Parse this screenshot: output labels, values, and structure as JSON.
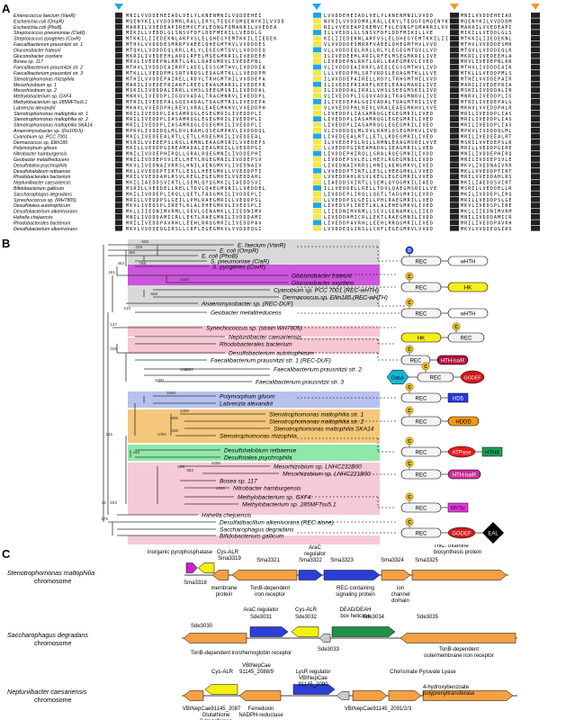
{
  "panels": {
    "a": "A",
    "b": "B",
    "c": "C"
  },
  "alignment": {
    "species": [
      "Enterococcus faecium (VanR)",
      "Escherichia coli (OmpR)",
      "Escherichia coli (PhoB)",
      "Streptococcus pneumoniae (CiaR)",
      "Streptococcus pyogenes (CovR)",
      "Faecalibacterium prausnitzii str. 1",
      "Gluconobacter frateurii",
      "Gluconobacter oxydans",
      "Bosea sp. 117",
      "Faecalibacterium prausnitzii str. 2",
      "Faecalibacterium prausnitzii str. 3",
      "Stenotrophomonas rhizophila",
      "Mesorhizobium sp. 1",
      "Mesorhizobium sp. 2",
      "Methylobacterium sp. GXF4",
      "Methylobacterium sp. 285MFTsu5.1",
      "Labrenzia alexandrii",
      "Stenotrophomonas maltophilia str. 1",
      "Stenotrophomonas maltophilia str. 2",
      "Stenotrophomonas maltophilia SKA14",
      "Anaeromyxobacter sp. (Fw109-5)",
      "Cyanobium sp. PCC 7001",
      "Dermacoccus sp. Ellin185",
      "Polymorphum gilvum",
      "Nitrobacter hamburgensis",
      "Geobacter metallireducens",
      "Desulfotalea psychrophila",
      "Desulfohalobium retbaense",
      "Rhodobacterales bacterium",
      "Neptuniibacter caesariensis",
      "Bifidobacterium gallicum",
      "Saccharophagus degradans",
      "Synechococcus sp. (WH7805)",
      "Desulfotalea autotrophicum",
      "Desulfobacterium alkenivorans",
      "Hahella chejuensis",
      "Rhodobacterales bacterium",
      "Desulfobacterium alkenivorans"
    ],
    "sequences": [
      "MNILVVDDEHEIADLVELYLKNEN",
      "MQENYKILVVDDDMRLRALLERYLTEQGFQ",
      "MARRILVVEDEAPIREMVCFVLEQNGFQ",
      "MIKILLVEDDLGLSNSVFDFLDDF",
      "MTKKILIIEDEKNLARFVSLELQHEGYE",
      "MTHVLVVDDDESMRRFVAEELQHEG",
      "MTQVLLVDDDEQLRRLLRLYLEGEG",
      "MKRILIVEDEEHLADILRFELMSEG",
      "MRVLIVEDEPNLRRTLGRLLRAEG",
      "MTHVLIVDDDEAIRRFLAEELEGSG",
      "MTKLLLVEDDPMLSRTVRDSLEQAG",
      "MTHILVVDDEPAIRELLRDYLTRHG",
      "MARILIVEDEPRIARFLREELEAAG",
      "MSKILIVDDDALIRRLLVHSLSEEG",
      "MNRVLIVEDDPLIGQVVADALTRAG",
      "MTRILIVEDEPALGQIVADALTQAG",
      "MKHVLVVEDDPHLREVLVRALEAEG",
      "MRILIVEDDPLIASAMRQGLEGEG",
      "MRILIVEDDPLIASAMRQGLEGEG",
      "MRILIVEDDPLIASAMRQGLEGEG",
      "MPKVLIVDDDQLMLDVLRAHLQSEG",
      "MRILIVEDEEALRTLLETLLRDEG",
      "MSRILVVEDEPSLRSLLRMNLEAAG",
      "MRILLVEDDPGIREAMADALIEAG",
      "MNILIVDDEPHIRQLLGRALRQEG",
      "MNILIVDDEPSVLELLHEYLRGEG",
      "MKVLIVEDNAIVRRSLHNILAENG",
      "MKLLVVEDDPTIRTLLESLLHEEG",
      "MRILVVEDDAHLRSVLKEGLEGEG",
      "MKILIAEDDSVIRTLLSEMLQYQG",
      "MSRILLVEDDELLRELLTDVLQAEG",
      "MKILIVDDEPLIRQLLQETLTADG",
      "MRILLVEDDPSLGEILLPHLRAEG",
      "MKVLIVEDSPLIRETLKLALEHEG",
      "MKLLIIEDNIMVRMLLSEVLGENA",
      "MNILIVDDDAMICRLLEKTLRAEG",
      "MRILIVEDDPAVRHLLEEHLRRQG",
      "MKVLVVDDEQGIRSLLCRFLEGEG"
    ],
    "markers": [
      {
        "label": "D",
        "color": "#1aa7e8"
      },
      {
        "label": "D",
        "color": "#1aa7e8"
      },
      {
        "label": "",
        "color": "#f29a2e"
      },
      {
        "label": "",
        "color": "#f29a2e"
      }
    ]
  },
  "tree": {
    "bootstraps": [
      "659",
      "429",
      "465",
      "788",
      "463",
      "181",
      "1000",
      "568",
      "210",
      "137",
      "328",
      "1000",
      "1000",
      "1000",
      "695",
      "335",
      "1000",
      "115",
      "445",
      "1000",
      "608",
      "952",
      "1000",
      "503",
      "276",
      "1000",
      "1000",
      "32"
    ],
    "leaves": [
      {
        "name": "E. faecium (VanR)",
        "italic": true
      },
      {
        "name": "E. coli (OmpR)",
        "italic": true
      },
      {
        "name": "E. coli (PhoB)",
        "italic": true
      },
      {
        "name": "S. pneumoniae (CiaR)",
        "italic": true
      },
      {
        "name": "S. pyogenes (CovR)",
        "italic": true
      },
      {
        "name": "Gluconobacter frateurii",
        "italic": true
      },
      {
        "name": "Gluconobacter oxydans",
        "italic": true
      },
      {
        "name": "Cyanobium sp. PCC 7001 (REC-wHTH)",
        "italic": true
      },
      {
        "name": "Dermacoccus sp. Ellin185 (REC-wHTH)",
        "italic": true
      },
      {
        "name": "Anaeromyxobacter sp. (REC-DUF)",
        "italic": true
      },
      {
        "name": "Geobacter metallireducens",
        "italic": true
      },
      {
        "name": "Synechococcus sp. (strain WH7805)",
        "italic": true
      },
      {
        "name": "Neptuniibacter caesariensis",
        "italic": true
      },
      {
        "name": "Rhodobacterales bacterium",
        "italic": true
      },
      {
        "name": "Desulfobacterium autotrophicum",
        "italic": true
      },
      {
        "name": "Faecalibacterium prausnitzii str. 1 (REC-DUF)",
        "italic": true
      },
      {
        "name": "Faecalibacterium prausnitzii str. 2",
        "italic": true
      },
      {
        "name": "Faecalibacterium prausnitzii str. 3",
        "italic": true
      },
      {
        "name": "Polymorphum gilvum",
        "italic": true
      },
      {
        "name": "Labrenzia alexandrii",
        "italic": true
      },
      {
        "name": "Stenotrophomonas maltophilia str. 1",
        "italic": true
      },
      {
        "name": "Stenotrophomonas maltophilia str. 2",
        "italic": true
      },
      {
        "name": "Stenotrophomonas maltophilia SKA14",
        "italic": true
      },
      {
        "name": "Stenotrophomonas rhizophila",
        "italic": true
      },
      {
        "name": "Desulfohalobium retbaense",
        "italic": true
      },
      {
        "name": "Desulfotalea psychrophila",
        "italic": true
      },
      {
        "name": "Mesorhizobium sp. LNHC232B00",
        "italic": true
      },
      {
        "name": "Mesorhizobium sp. LNHC221B00",
        "italic": true
      },
      {
        "name": "Bosea sp. 117",
        "italic": true
      },
      {
        "name": "Nitrobacter hamburgensis",
        "italic": true
      },
      {
        "name": "Methylobacterium sp. GXF4",
        "italic": true
      },
      {
        "name": "Methylobacterium sp. 285MFTsu5.1",
        "italic": true
      },
      {
        "name": "Hahella chejuensis",
        "italic": true
      },
      {
        "name": "Desulfatibacillum alkenivorans (REC alone)",
        "italic": true
      },
      {
        "name": "Saccharophagus degradans",
        "italic": true
      },
      {
        "name": "Bifidobacterium gallicum",
        "italic": true
      }
    ],
    "clade_colors": {
      "grey": "#d9d9d9",
      "magenta": "#cc55dd",
      "pink": "#f7c6d3",
      "blue": "#b7c1ee",
      "orange": "#f5c77a",
      "green": "#8fe8a8",
      "pink2": "#f6c9d8"
    }
  },
  "domains": {
    "rec": "REC",
    "d_marker": "D",
    "c_marker": "C",
    "whth": "wHTH",
    "hk": "HK",
    "hth_luxr": "HTH-luxR",
    "daba": "DabA",
    "ggdef": "GGDEF",
    "hd5": "HD5",
    "hddd": "HDDD",
    "atpase": "ATPase",
    "hth8": "HTH8",
    "mysc": "MYSc",
    "eal": "EAL"
  },
  "genomic": {
    "steno": {
      "title_italic": "Stenotrophomonas maltophilia",
      "title_plain": "chromosome",
      "labels": {
        "inorg": "inorganic pyrophosphatase",
        "cysalr": "Cys-ALR",
        "sma3319": "Sma3319",
        "sma3318": "Sma3318",
        "sma3321": "Sma3321",
        "arac": "AraC\nregulator",
        "sma3322": "Sma3322",
        "sma3323": "Sma3323",
        "sma3324": "Sma3324",
        "sma3325": "Sma3325",
        "thic": "ThiC: thiamine\nbiosynthesis protein",
        "membrane": "membrane\nprotein",
        "tonb": "TonB-dependent\niron receptor",
        "rec_signal": "REC-containing\nsignaling protein",
        "ion": "ion\nchannel\ndomain"
      }
    },
    "sacch": {
      "title_italic": "Saccharophagus degradans",
      "title_plain": "chromosome",
      "labels": {
        "arac": "AraC regulator",
        "sde3031": "Sde3031",
        "cysalr": "Cys-ALR",
        "sde3032": "Sde3032",
        "dead": "DEAD/DEAH\nbox helicase",
        "sde3034": "Sde3034",
        "sde3035": "Sde3035",
        "sde3030": "Sde3030",
        "sde3033": "Sde3033",
        "tonb_hb": "TonB-dependent iron/hemoglobin receptor",
        "tonb_om": "TonB-dependent\noutermembrane iron receptor"
      }
    },
    "nept": {
      "title_italic": "Neptuniibacter caesariensis",
      "title_plain": "chromosome",
      "labels": {
        "cysalr": "Cys-ALR",
        "vbi2088": "VBINepCae\n91145_2088/9",
        "lysr": "LysR regulator",
        "vbi2090": "VBINepCae\n91145_2090",
        "chor": "Chorismate Pyruvate Lyase",
        "vbi2087": "VBINepCae91145_2087",
        "gst": "Glutathione\nS-transferase",
        "ferr": "Ferredoxin\nNADPH-reductase",
        "vbi2091": "VBINepCae91145_2091/2/3",
        "hbpt": "4-hydroxybenzoate\npolyprenyltransferase"
      }
    },
    "colors": {
      "orange": "#f5a043",
      "blue": "#2a3fd8",
      "green": "#1f9146",
      "yellow": "#f4f00e",
      "magenta": "#cc22cc",
      "grey": "#c9c9c9"
    }
  }
}
